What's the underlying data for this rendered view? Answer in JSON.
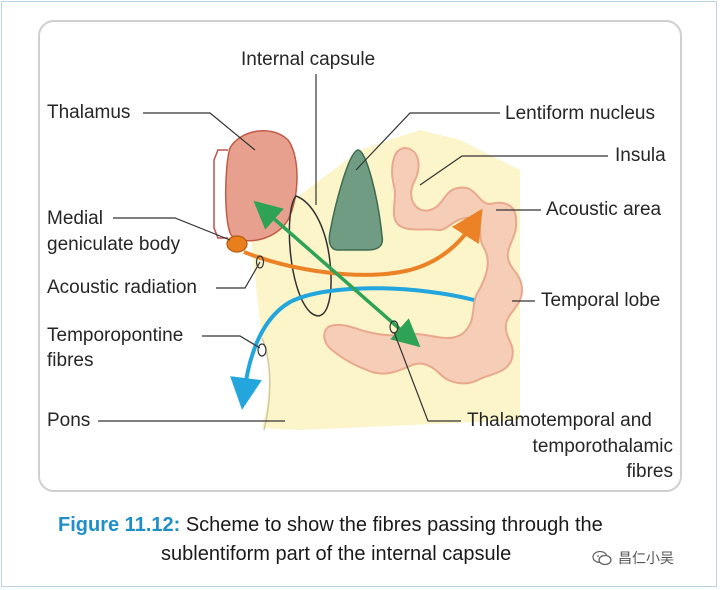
{
  "labels": {
    "internal_capsule": "Internal capsule",
    "thalamus": "Thalamus",
    "lentiform_nucleus": "Lentiform nucleus",
    "insula": "Insula",
    "medial_geniculate_line1": "Medial",
    "medial_geniculate_line2": "geniculate body",
    "acoustic_area": "Acoustic area",
    "acoustic_radiation": "Acoustic radiation",
    "temporal_lobe": "Temporal lobe",
    "temporopontine_line1": "Temporopontine",
    "temporopontine_line2": "fibres",
    "pons": "Pons",
    "thalamotemporal_line1": "Thalamotemporal and",
    "thalamotemporal_line2": "temporothalamic",
    "thalamotemporal_line3": "fibres"
  },
  "caption": {
    "number": "Figure 11.12:",
    "line1": "Scheme to show the fibres passing through the",
    "line2": "sublentiform part of the internal capsule"
  },
  "watermark": {
    "text": "昌仁小吴",
    "icon": "wechat-logo-icon"
  },
  "colors": {
    "thalamus": "#e8a08e",
    "lentiform": "#6f9c83",
    "cortex": "#f6cdb7",
    "white_matter": "#fbf5c9",
    "geniculate": "#e87e1c",
    "acoustic_radiation": "#ec8226",
    "temporopontine": "#22a6dd",
    "thalamotemporal": "#2ea356",
    "caption_accent": "#1f8ec9"
  }
}
